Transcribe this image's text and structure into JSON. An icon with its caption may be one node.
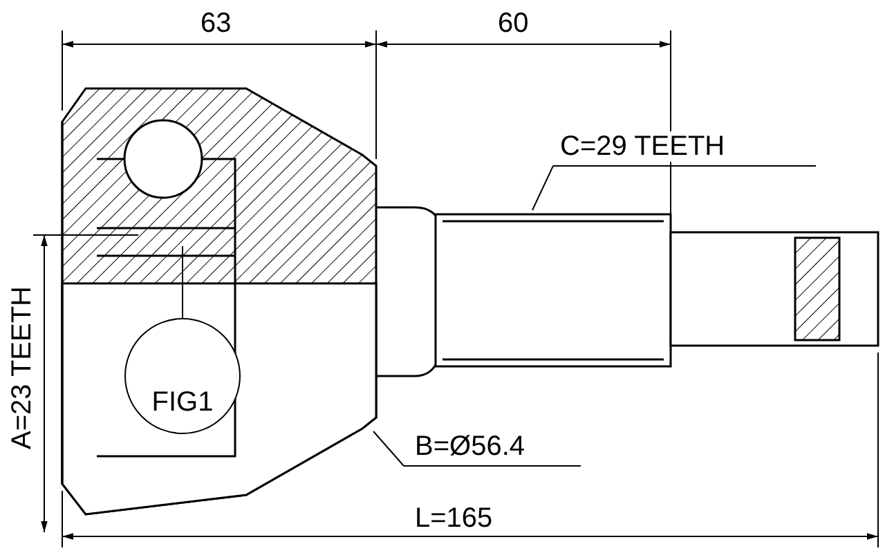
{
  "diagram": {
    "nodes": [
      {
        "text": [
          "C=29 TEETH"
        ]
      },
      {
        "text": [
          "B=Ø56.4"
        ]
      },
      {
        "text": [
          "FIG1"
        ]
      }
    ],
    "edges": [
      {
        "from": 0,
        "to": null,
        "arrow": "none"
      },
      {
        "from": 1,
        "to": null,
        "arrow": "none"
      },
      {
        "from": 2,
        "to": null,
        "arrow": "none"
      }
    ],
    "labels": [
      "63",
      "60",
      "A=23 TEETH",
      "L=165"
    ]
  }
}
